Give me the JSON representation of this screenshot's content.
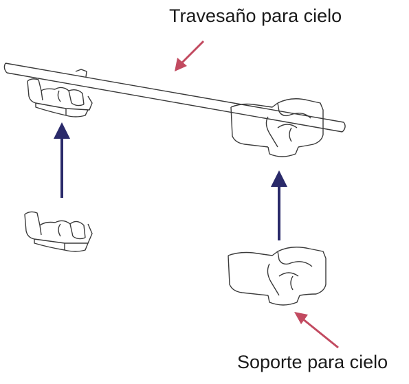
{
  "labels": {
    "rail": "Travesaño para cielo",
    "clip": "Soporte para cielo"
  },
  "colors": {
    "line": "#3a3a3a",
    "pointer_arrow": "#c24a60",
    "move_arrow": "#2a2a6a",
    "background": "#ffffff"
  },
  "icons": [
    "ceiling-rail",
    "ceiling-clip",
    "pointer-arrow",
    "move-up-arrow"
  ]
}
